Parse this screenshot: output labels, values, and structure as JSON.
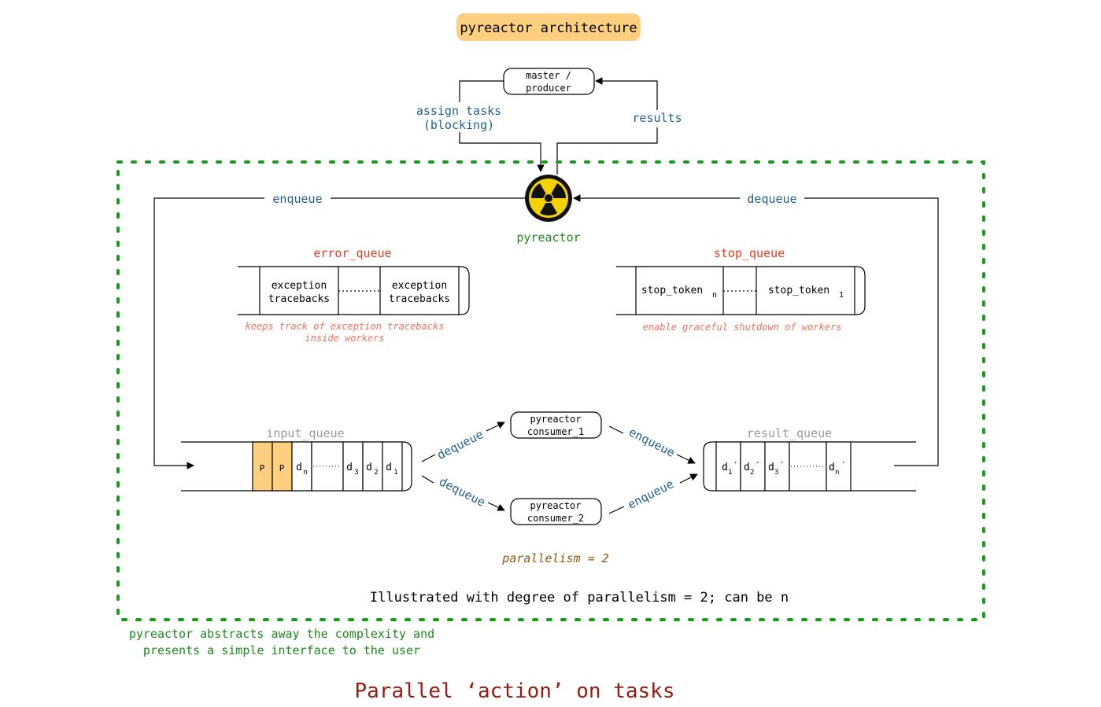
{
  "title": "pyreactor architecture",
  "master": {
    "line1": "master /",
    "line2": "producer"
  },
  "labels": {
    "assign_tasks_1": "assign tasks",
    "assign_tasks_2": "(blocking)",
    "results": "results",
    "enqueue_top": "enqueue",
    "dequeue_top": "dequeue",
    "pyreactor": "pyreactor",
    "dequeue_1": "dequeue",
    "dequeue_2": "dequeue",
    "enqueue_1": "enqueue",
    "enqueue_2": "enqueue"
  },
  "error_queue": {
    "name": "error_queue",
    "cell1_line1": "exception",
    "cell1_line2": "tracebacks",
    "cell2_line1": "exception",
    "cell2_line2": "tracebacks",
    "desc1": "keeps track of exception tracebacks",
    "desc2": "inside workers"
  },
  "stop_queue": {
    "name": "stop_queue",
    "cell1": "stop_token",
    "cell1_sub": "n",
    "cell2": "stop_token",
    "cell2_sub": "1",
    "desc": "enable graceful shutdown of workers"
  },
  "input_queue": {
    "name": "input_queue",
    "p1": "P",
    "p2": "P",
    "dn": "d",
    "dn_sub": "n",
    "d3": "d",
    "d3_sub": "3",
    "d2": "d",
    "d2_sub": "2",
    "d1": "d",
    "d1_sub": "1"
  },
  "result_queue": {
    "name": "result_queue",
    "r1": "d",
    "r1_sub": "1",
    "r1_prime": "′",
    "r2": "d",
    "r2_sub": "2",
    "r2_prime": "′",
    "r3": "d",
    "r3_sub": "3",
    "r3_prime": "′",
    "rn": "d",
    "rn_sub": "n",
    "rn_prime": "′"
  },
  "consumers": {
    "c1_line1": "pyreactor",
    "c1_line2": "consumer_1",
    "c2_line1": "pyreactor",
    "c2_line2": "consumer_2"
  },
  "parallelism": "parallelism = 2",
  "illustrated": "Illustrated with degree of parallelism = 2; can be n",
  "abstract_1": "pyreactor abstracts away the complexity and",
  "abstract_2": "presents a simple interface to the user",
  "footer": "Parallel ‘action’ on tasks",
  "colors": {
    "blue": "#1f5f8f",
    "green": "#1a8a1a",
    "red": "#e8391e",
    "pink": "#f07060",
    "gray": "#999999",
    "orange_fill": "#fdcf7f",
    "brown": "#8a5a0a",
    "dark_red": "#9a1a10",
    "dotted_green": "#1a9a1a"
  }
}
